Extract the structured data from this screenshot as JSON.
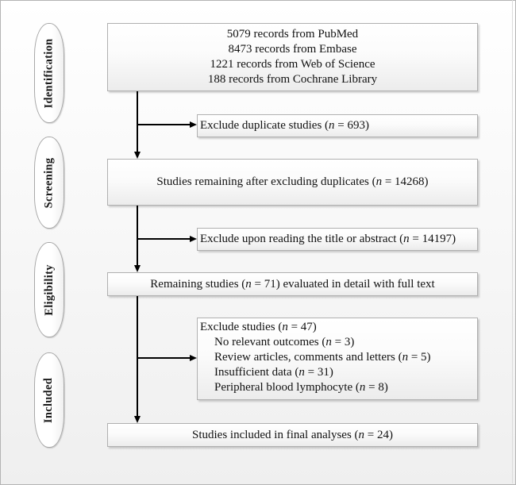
{
  "stages": [
    {
      "label": "Identification"
    },
    {
      "label": "Screening"
    },
    {
      "label": "Eligibility"
    },
    {
      "label": "Included"
    }
  ],
  "identification": {
    "records": [
      "5079 records from PubMed",
      "8473 records from Embase",
      "1221 records from Web of Science",
      "188 records from Cochrane Library"
    ]
  },
  "exclude_duplicates": {
    "prefix": "Exclude duplicate studies (",
    "n_symbol": "n",
    "suffix": " = 693)"
  },
  "screening": {
    "prefix": "Studies remaining after excluding duplicates (",
    "n_symbol": "n",
    "suffix": " = 14268)"
  },
  "exclude_title": {
    "prefix": "Exclude upon reading the title or abstract (",
    "n_symbol": "n",
    "suffix": " = 14197)"
  },
  "eligibility": {
    "prefix": "Remaining studies (",
    "n_symbol": "n",
    "suffix": " = 71) evaluated in detail with full text"
  },
  "exclude_studies": {
    "header": {
      "prefix": "Exclude studies (",
      "n_symbol": "n",
      "suffix": " = 47)"
    },
    "reasons": [
      {
        "prefix": "No relevant outcomes (",
        "n_symbol": "n",
        "suffix": " = 3)"
      },
      {
        "prefix": "Review articles, comments and letters (",
        "n_symbol": "n",
        "suffix": " = 5)"
      },
      {
        "prefix": "Insufficient data (",
        "n_symbol": "n",
        "suffix": " = 31)"
      },
      {
        "prefix": "Peripheral blood lymphocyte (",
        "n_symbol": "n",
        "suffix": " = 8)"
      }
    ]
  },
  "included": {
    "prefix": "Studies included in final analyses (",
    "n_symbol": "n",
    "suffix": " = 24)"
  },
  "colors": {
    "line": "#000000",
    "border": "#b0b0b0",
    "background_bottom": "#efefef"
  }
}
